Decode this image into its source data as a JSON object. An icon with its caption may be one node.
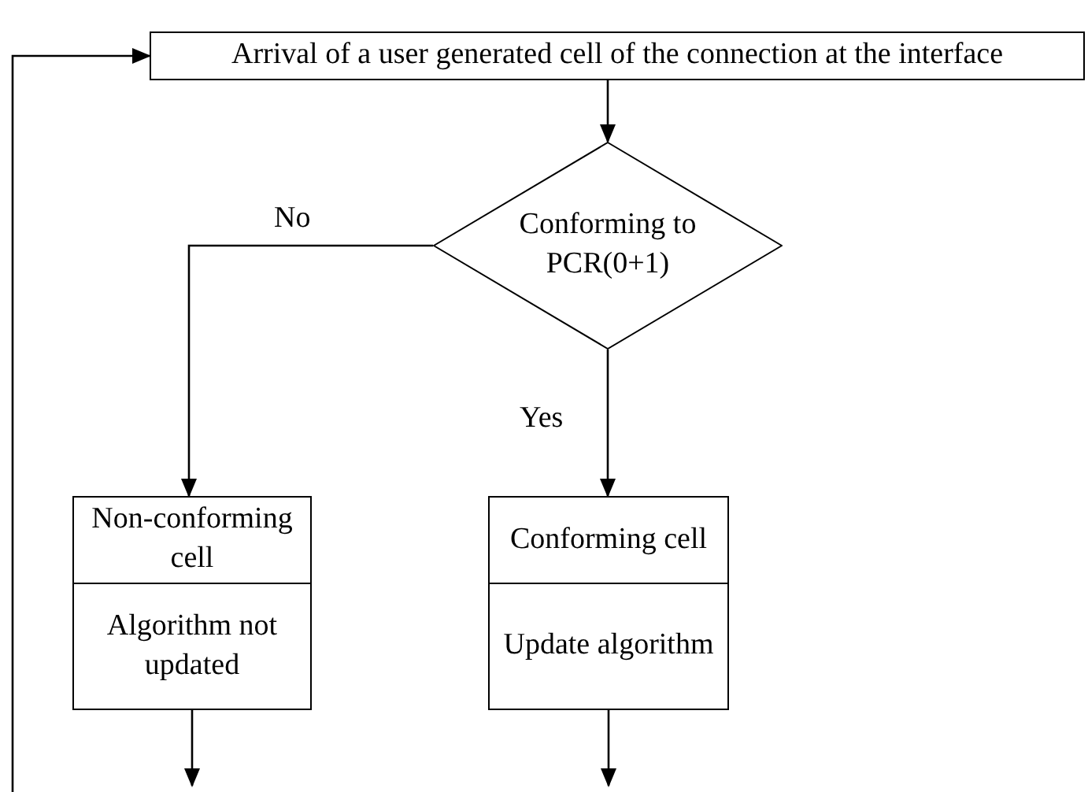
{
  "diagram": {
    "nodes": [
      {
        "text": [
          "Arrival of a user generated cell of the connection at the interface"
        ]
      },
      {
        "text": [
          "Conforming to PCR(0+1)"
        ]
      },
      {
        "text": [
          "Non-conforming cell"
        ]
      },
      {
        "text": [
          "Algorithm not updated"
        ]
      },
      {
        "text": [
          "Conforming cell"
        ]
      },
      {
        "text": [
          "Update algorithm"
        ]
      }
    ],
    "edges": [
      {
        "from": 0,
        "to": 1,
        "arrow": "to"
      },
      {
        "from": 1,
        "to": 2,
        "arrow": "to",
        "label": "No"
      },
      {
        "from": 1,
        "to": 4,
        "arrow": "to",
        "label": "Yes"
      },
      {
        "from": 3,
        "to": null,
        "arrow": "to"
      },
      {
        "from": 5,
        "to": null,
        "arrow": "to"
      },
      {
        "from": null,
        "to": 0,
        "arrow": "to"
      }
    ]
  }
}
